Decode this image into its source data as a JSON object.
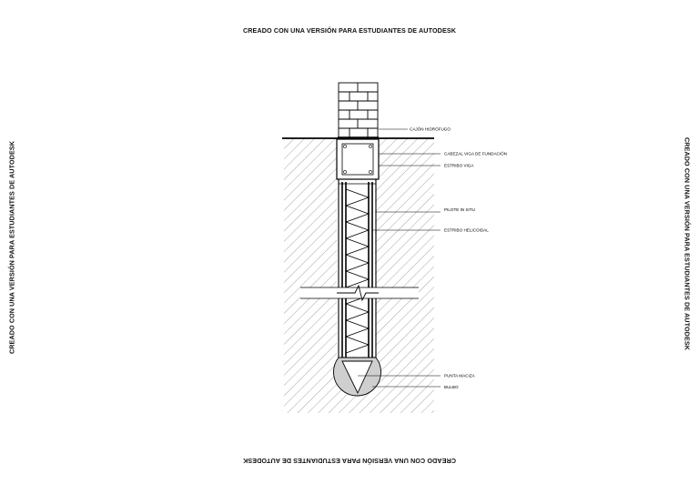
{
  "watermarks": {
    "top": "CREADO CON UNA VERSIÓN PARA ESTUDIANTES DE AUTODESK",
    "bottom": "CREADO CON UNA VERSIÓN PARA ESTUDIANTES DE AUTODESK",
    "left": "CREADO CON UNA VERSIÓN PARA ESTUDIANTES DE AUTODESK",
    "right": "CREADO CON UNA VERSIÓN PARA ESTUDIANTES DE AUTODESK"
  },
  "labels": {
    "cajon": "CAJÓN HIDRÓFUGO",
    "cabezal": "CABEZAL VIGA DE FUNDACIÓN",
    "estribo_viga": "ESTRIBO VIGA",
    "pilote": "PILOTE IN SITU",
    "estribo_helicoidal": "ESTRIBO HELICOIDAL",
    "punta": "PUNTA MACIZA",
    "bulbo": "BULBO"
  },
  "colors": {
    "line": "#000000",
    "bulb": "#cfcfcf",
    "hatch": "#555555"
  }
}
